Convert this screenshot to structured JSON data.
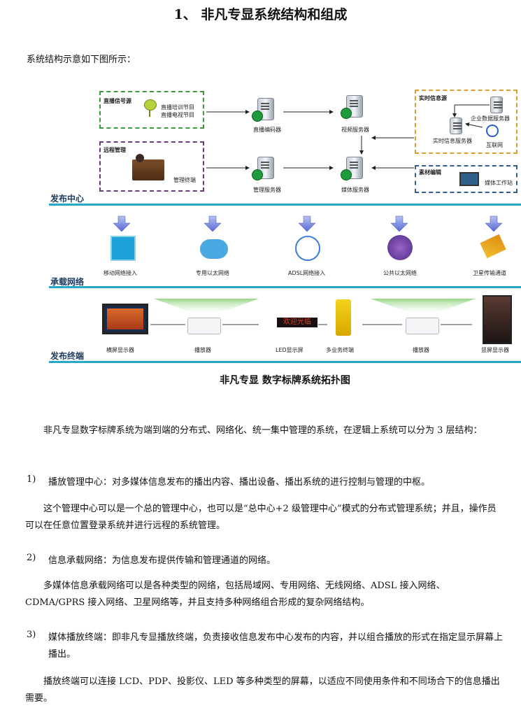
{
  "title": "1、  非凡专显系统结构和组成",
  "intro": "系统结构示意如下图所示：",
  "diagram": {
    "box_live": {
      "title": "直播信号源",
      "line1": "直播培训节目",
      "line2": "直播电视节目"
    },
    "box_remote": {
      "title": "远程管理",
      "terminal": "管理终端"
    },
    "box_realtime": {
      "title": "实时信息源",
      "enterprise": "企业数据服务器",
      "rt_server": "实时信息服务器",
      "internet": "互联网"
    },
    "box_material": {
      "title": "素材编辑",
      "workstation": "媒体工作站"
    },
    "servers": {
      "encoder": "直播编码器",
      "video": "视频服务器",
      "mgmt": "管理服务器",
      "media": "媒体服务器"
    },
    "sections": {
      "center": "发布中心",
      "network": "承载网络",
      "terminal": "发布终端"
    },
    "networks": [
      "移动网络接入",
      "专用以太网络",
      "ADSL网络接入",
      "公共以太网络",
      "卫星传输通道"
    ],
    "terminals": [
      "横屏显示器",
      "播放器",
      "LED显示屏",
      "多业务终端",
      "播放器",
      "竖屏显示器"
    ],
    "led_text": "欢迎光临",
    "caption": "非凡专显 数字标牌系统拓扑图"
  },
  "body": {
    "p1": "非凡专显数字标牌系统为端到端的分布式、网络化、统一集中管理的系统，在逻辑上系统可以分为 3 层结构：",
    "items": [
      {
        "num": "1)",
        "head": "播放管理中心：对多媒体信息发布的播出内容、播出设备、播出系统的进行控制与管理的中枢。",
        "detail": "这个管理中心可以是一个总的管理中心，也可以是“总中心+2 级管理中心”模式的分布式管理系统；并且，操作员可以在任意位置登录系统并进行远程的系统管理。"
      },
      {
        "num": "2)",
        "head": "信息承载网络：为信息发布提供传输和管理通道的网络。",
        "detail": "多媒体信息承载网络可以是各种类型的网络，包括局域网、专用网络、无线网络、ADSL 接入网络、CDMA/GPRS 接入网络、卫星网络等，并且支持多种网络组合形成的复杂网络结构。"
      },
      {
        "num": "3)",
        "head": "媒体播放终端：即非凡专显播放终端，负责接收信息发布中心发布的内容，并以组合播放的形式在指定显示屏幕上播出。",
        "detail": "播放终端可以连接 LCD、PDP、投影仪、LED 等多种类型的屏幕，以适应不同使用条件和不同场合下的信息播出需要。"
      }
    ]
  }
}
